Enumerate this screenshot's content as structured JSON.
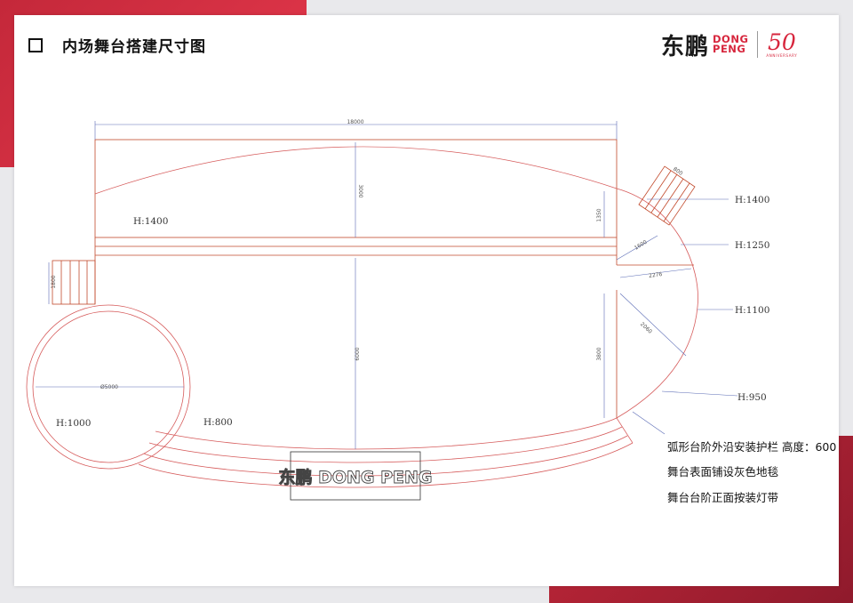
{
  "title": "内场舞台搭建尺寸图",
  "logo": {
    "cn": "东鹏",
    "en_line1": "DONG",
    "en_line2": "PENG",
    "anniversary_number": "50",
    "anniversary_text": "ANNIVERSARY"
  },
  "plan": {
    "dims": {
      "total_width": "18000",
      "upper_height": "3000",
      "right_small": "1350",
      "lower_height": "6000",
      "left_steps": "1800",
      "circle_diameter": "Ø5000",
      "right_lower": "3800",
      "step_width": "800",
      "arc_1": "1600",
      "arc_2": "2276",
      "arc_3": "2060"
    },
    "heights": {
      "upper_stage": "H:1400",
      "circle": "H:1000",
      "bottom_arc": "H:800",
      "right_1": "H:1400",
      "right_2": "H:1250",
      "right_3": "H:1100",
      "right_4": "H:950"
    },
    "stage_sign": "东鹏 DONG PENG"
  },
  "notes": [
    "弧形台阶外沿安装护栏 高度：600",
    "舞台表面铺设灰色地毯",
    "舞台台阶正面按装灯带"
  ]
}
